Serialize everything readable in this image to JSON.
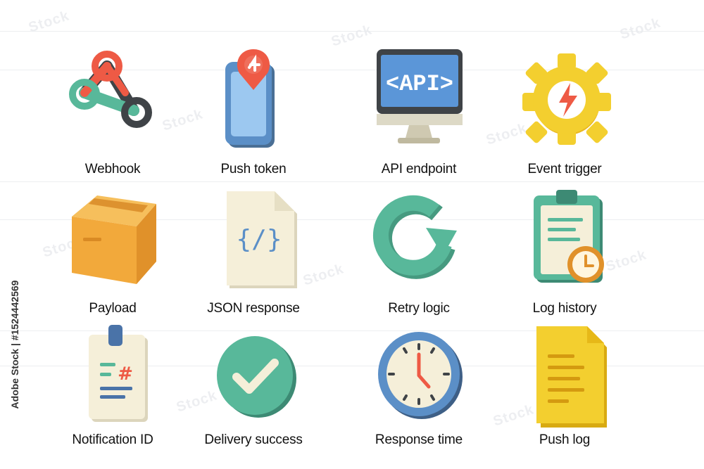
{
  "icons": [
    {
      "label": "Webhook",
      "icon": "webhook-icon"
    },
    {
      "label": "Push token",
      "icon": "push-token-icon"
    },
    {
      "label": "API endpoint",
      "icon": "api-endpoint-icon",
      "screen_text": "<API>"
    },
    {
      "label": "Event trigger",
      "icon": "event-trigger-icon"
    },
    {
      "label": "Payload",
      "icon": "payload-box-icon"
    },
    {
      "label": "JSON response",
      "icon": "json-document-icon",
      "doc_text": "{/}"
    },
    {
      "label": "Retry logic",
      "icon": "retry-arrow-icon"
    },
    {
      "label": "Log history",
      "icon": "log-history-icon"
    },
    {
      "label": "Notification ID",
      "icon": "notification-id-badge-icon",
      "badge_text": "#"
    },
    {
      "label": "Delivery success",
      "icon": "delivery-success-check-icon"
    },
    {
      "label": "Response time",
      "icon": "response-time-clock-icon"
    },
    {
      "label": "Push log",
      "icon": "push-log-document-icon"
    }
  ],
  "watermark": {
    "side_text": "Adobe Stock | #1524442569",
    "pattern_text": "Stock"
  },
  "colors": {
    "teal": "#58b89a",
    "red": "#ee5a45",
    "dark": "#3f4347",
    "blue": "#5b8fc7",
    "yellow": "#f3cf2f",
    "orange": "#f2a93b",
    "cream": "#f5efd9"
  }
}
